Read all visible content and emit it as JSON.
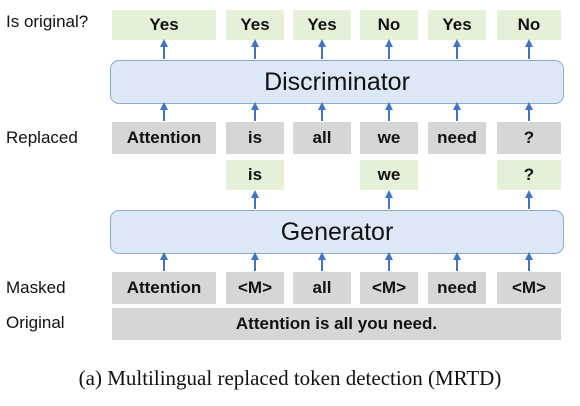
{
  "labels": {
    "is_original": "Is original?",
    "replaced": "Replaced",
    "masked": "Masked",
    "original": "Original"
  },
  "is_original_values": [
    "Yes",
    "Yes",
    "Yes",
    "No",
    "Yes",
    "No"
  ],
  "discriminator": "Discriminator",
  "replaced_tokens": [
    "Attention",
    "is",
    "all",
    "we",
    "need",
    "?"
  ],
  "generated_tokens": [
    "",
    "is",
    "",
    "we",
    "",
    "?"
  ],
  "generator": "Generator",
  "masked_tokens": [
    "Attention",
    "<M>",
    "all",
    "<M>",
    "need",
    "<M>"
  ],
  "original_sentence": "Attention is all you need.",
  "caption": "(a) Multilingual replaced token detection (MRTD)",
  "colors": {
    "green_box": "#e5f0d8",
    "gray_box": "#d6d6d6",
    "model_fill": "#dde8f7",
    "model_border": "#8fa9cf",
    "arrow": "#4472c4"
  }
}
